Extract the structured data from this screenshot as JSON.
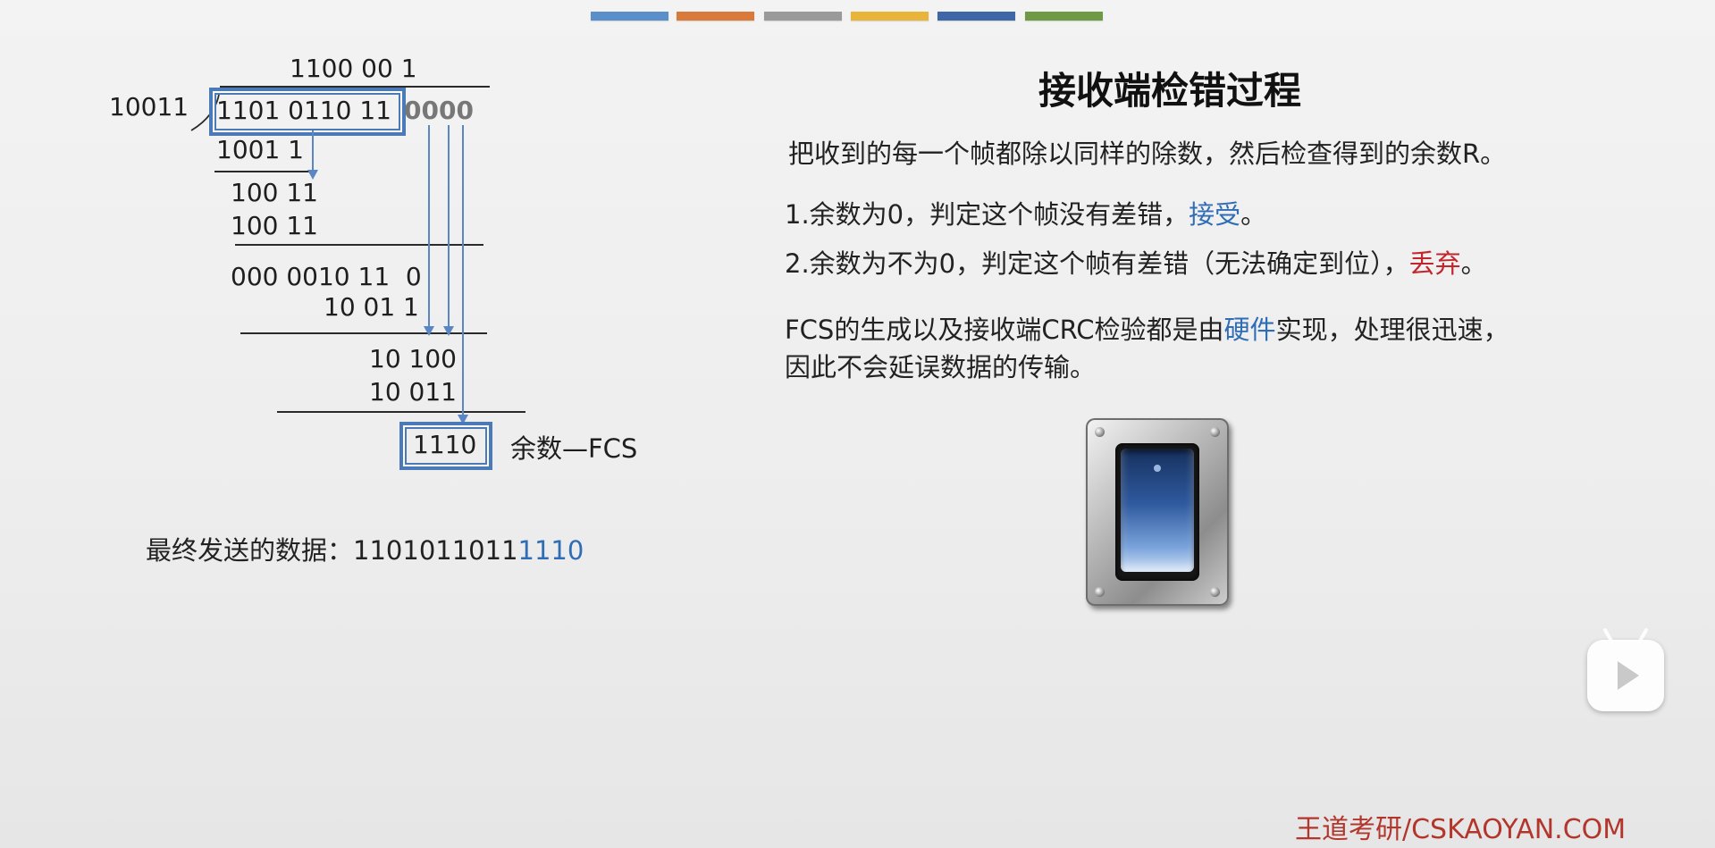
{
  "top_bars": [
    "#5b8fc9",
    "#d97a3a",
    "#9a9a9a",
    "#e8b43a",
    "#3f67a8",
    "#6e9a45"
  ],
  "division": {
    "quotient": "1100 00 1",
    "divisor": "10011",
    "dividend": "1101 0110 11",
    "appended_zeros": "0000",
    "steps": [
      "1001 1",
      "100 11",
      "100 11",
      "000 0010 11  0",
      "10 01 1",
      "10 100",
      "10 011"
    ],
    "remainder": "1110",
    "remainder_label": "余数—FCS"
  },
  "final_data": {
    "label": "最终发送的数据：",
    "data_bits": "1101011011",
    "fcs_bits": "1110"
  },
  "content": {
    "title": "接收端检错过程",
    "intro": "把收到的每一个帧都除以同样的除数，然后检查得到的余数R。",
    "rule1_text": "1.余数为0，判定这个帧没有差错，",
    "rule1_action": "接受",
    "rule1_end": "。",
    "rule2_text": "2.余数为不为0，判定这个帧有差错（无法确定到位），",
    "rule2_action": "丢弃",
    "rule2_end": "。",
    "note_part1": "FCS的生成以及接收端CRC检验都是由",
    "note_highlight": "硬件",
    "note_part2": "实现，处理很迅速，",
    "note_line2": "因此不会延误数据的传输。"
  },
  "icons": {
    "switch": "toggle-switch-image",
    "play": "play-icon"
  },
  "footer": "王道考研/CSKAOYAN.COM"
}
